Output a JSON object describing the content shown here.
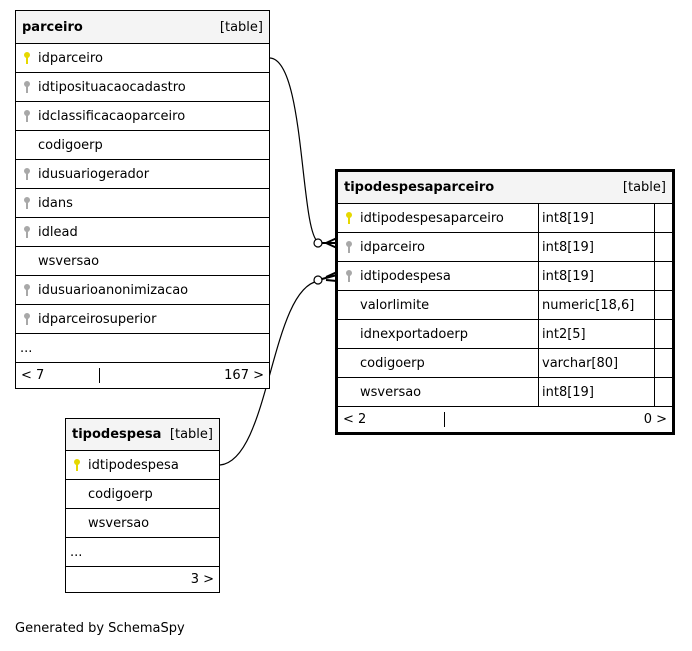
{
  "tables": {
    "parceiro": {
      "name": "parceiro",
      "kind": "[table]",
      "columns": [
        {
          "name": "idparceiro",
          "key": "primary"
        },
        {
          "name": "idtipositua​caocadastro",
          "key": "foreign"
        },
        {
          "name": "idclassificacaoparceiro",
          "key": "foreign"
        },
        {
          "name": "codigoerp",
          "key": "none"
        },
        {
          "name": "idusuariogerador",
          "key": "foreign"
        },
        {
          "name": "idans",
          "key": "foreign"
        },
        {
          "name": "idlead",
          "key": "foreign"
        },
        {
          "name": "wsversao",
          "key": "none"
        },
        {
          "name": "idusuarioanonimizacao",
          "key": "foreign"
        },
        {
          "name": "idparceirosuperior",
          "key": "foreign"
        }
      ],
      "more": "...",
      "footer": {
        "parents": "< 7",
        "middle": "",
        "children": "167 >"
      }
    },
    "tipodespesaparceiro": {
      "name": "tipodespesaparceiro",
      "kind": "[table]",
      "columns": [
        {
          "name": "idtipodespesaparceiro",
          "type": "int8[19]",
          "key": "primary"
        },
        {
          "name": "idparceiro",
          "type": "int8[19]",
          "key": "foreign"
        },
        {
          "name": "idtipodespesa",
          "type": "int8[19]",
          "key": "foreign"
        },
        {
          "name": "valorlimite",
          "type": "numeric[18,6]",
          "key": "none"
        },
        {
          "name": "idnexportadoerp",
          "type": "int2[5]",
          "key": "none"
        },
        {
          "name": "codigoerp",
          "type": "varchar[80]",
          "key": "none"
        },
        {
          "name": "wsversao",
          "type": "int8[19]",
          "key": "none"
        }
      ],
      "footer": {
        "parents": "< 2",
        "middle": "",
        "children": "0 >"
      }
    },
    "tipodespesa": {
      "name": "tipodespesa",
      "kind": "[table]",
      "columns": [
        {
          "name": "idtipodespesa",
          "key": "primary"
        },
        {
          "name": "codigoerp",
          "key": "none"
        },
        {
          "name": "wsversao",
          "key": "none"
        }
      ],
      "more": "...",
      "footer": {
        "parents": "",
        "middle": "",
        "children": "3 >"
      }
    }
  },
  "credit": "Generated by SchemaSpy",
  "colors": {
    "primary_key": "#e6d800",
    "foreign_key": "#a8a8a8",
    "header_bg": "#f4f4f4"
  }
}
